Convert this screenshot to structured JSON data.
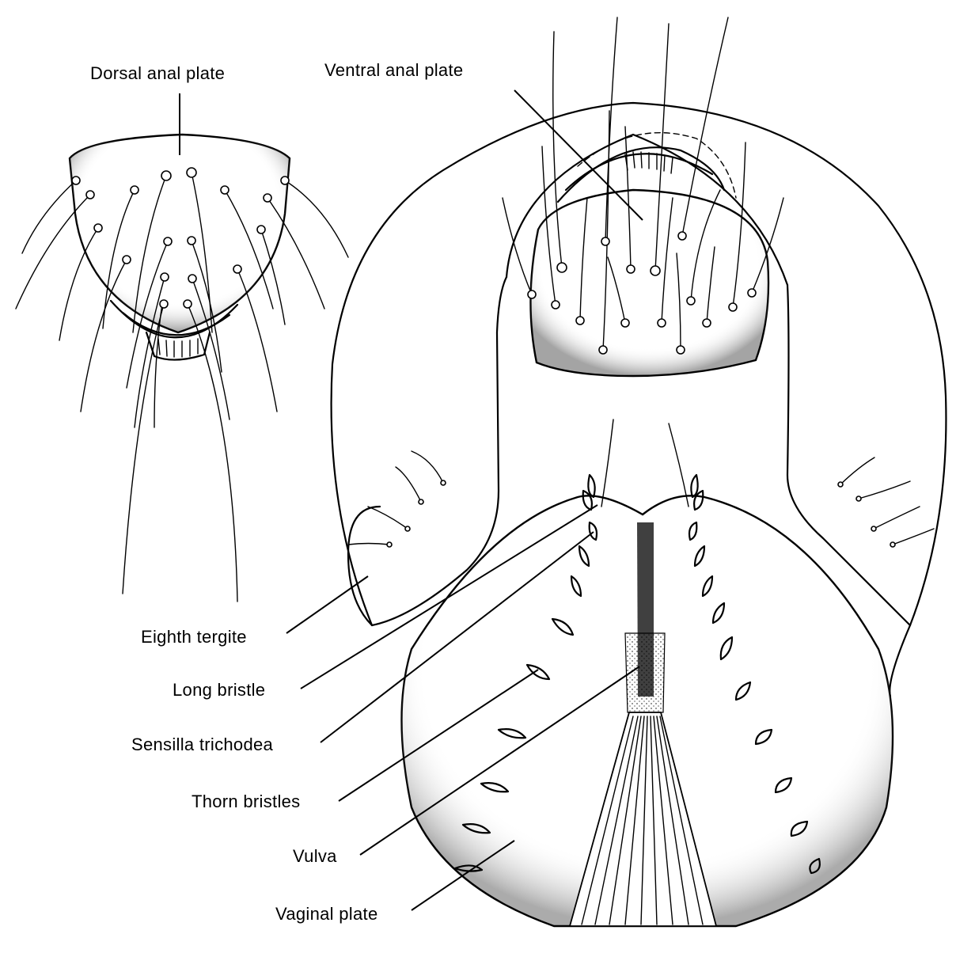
{
  "labels": {
    "dorsal_anal_plate": "Dorsal anal plate",
    "ventral_anal_plate": "Ventral anal plate",
    "eighth_tergite": "Eighth tergite",
    "long_bristle": "Long bristle",
    "sensilla_trichodea": "Sensilla trichodea",
    "thorn_bristles": "Thorn bristles",
    "vulva": "Vulva",
    "vaginal_plate": "Vaginal plate"
  },
  "colors": {
    "ink": "#000000",
    "paper": "#ffffff"
  }
}
